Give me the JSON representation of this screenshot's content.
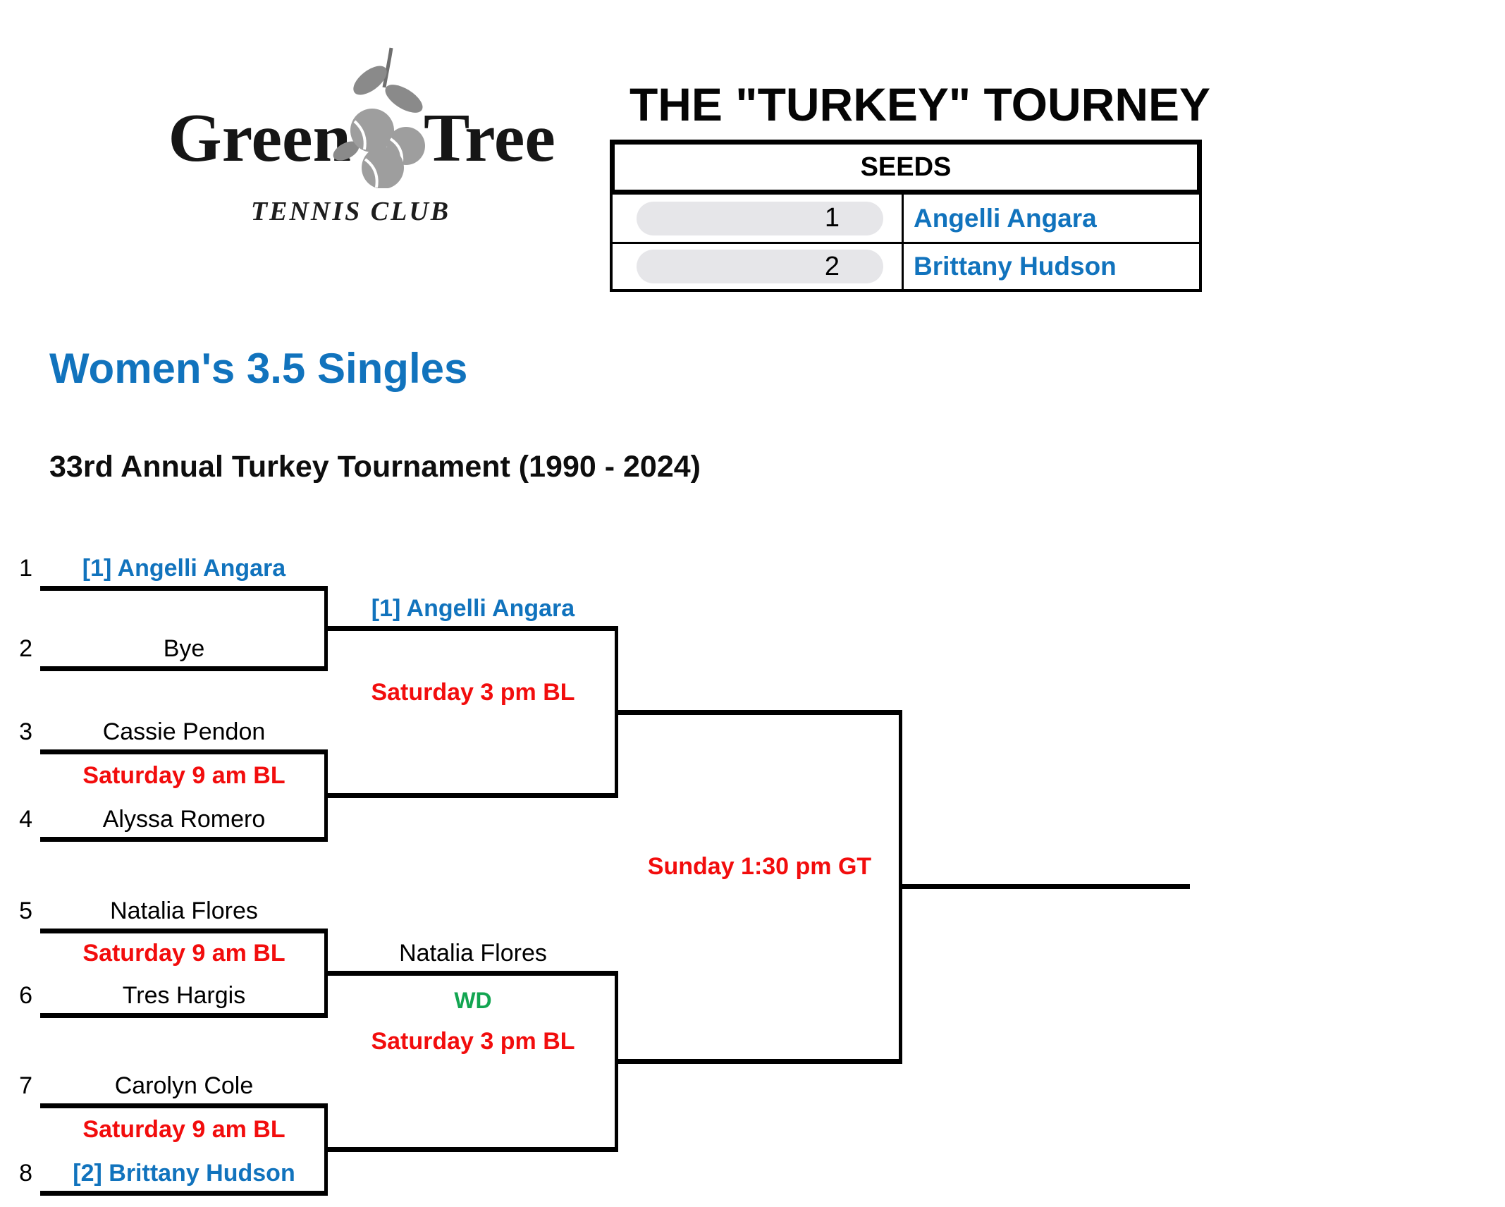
{
  "logo": {
    "word1": "Green",
    "word2": "Tree",
    "tagline": "TENNIS CLUB"
  },
  "title": "THE \"TURKEY\" TOURNEY",
  "seeds": {
    "header": "SEEDS",
    "rows": [
      {
        "seed": "1",
        "name": "Angelli Angara"
      },
      {
        "seed": "2",
        "name": "Brittany Hudson"
      }
    ]
  },
  "event": {
    "name": "Women's 3.5 Singles",
    "edition": "33rd Annual Turkey Tournament (1990 - 2024)"
  },
  "bracket": {
    "slots": [
      {
        "num": "1",
        "name": "[1] Angelli Angara"
      },
      {
        "num": "2",
        "name": "Bye"
      },
      {
        "num": "3",
        "name": "Cassie Pendon"
      },
      {
        "num": "4",
        "name": "Alyssa Romero"
      },
      {
        "num": "5",
        "name": "Natalia Flores"
      },
      {
        "num": "6",
        "name": "Tres Hargis"
      },
      {
        "num": "7",
        "name": "Carolyn Cole"
      },
      {
        "num": "8",
        "name": "[2] Brittany Hudson"
      }
    ],
    "round1_times": {
      "match2": "Saturday 9 am BL",
      "match3": "Saturday 9 am BL",
      "match4": "Saturday 9 am BL"
    },
    "semifinals": [
      {
        "player": "[1] Angelli Angara",
        "time": "Saturday 3 pm BL"
      },
      {
        "player": "Natalia Flores",
        "status": "WD",
        "time": "Saturday 3 pm BL"
      }
    ],
    "final": {
      "time": "Sunday 1:30 pm GT"
    }
  },
  "colors": {
    "blue": "#1173bd",
    "red": "#f20d0d",
    "green": "#12a551",
    "line": "#000000",
    "pill": "#e6e6e9",
    "ball": "#9e9e9e",
    "leaf": "#8a8a8a"
  }
}
